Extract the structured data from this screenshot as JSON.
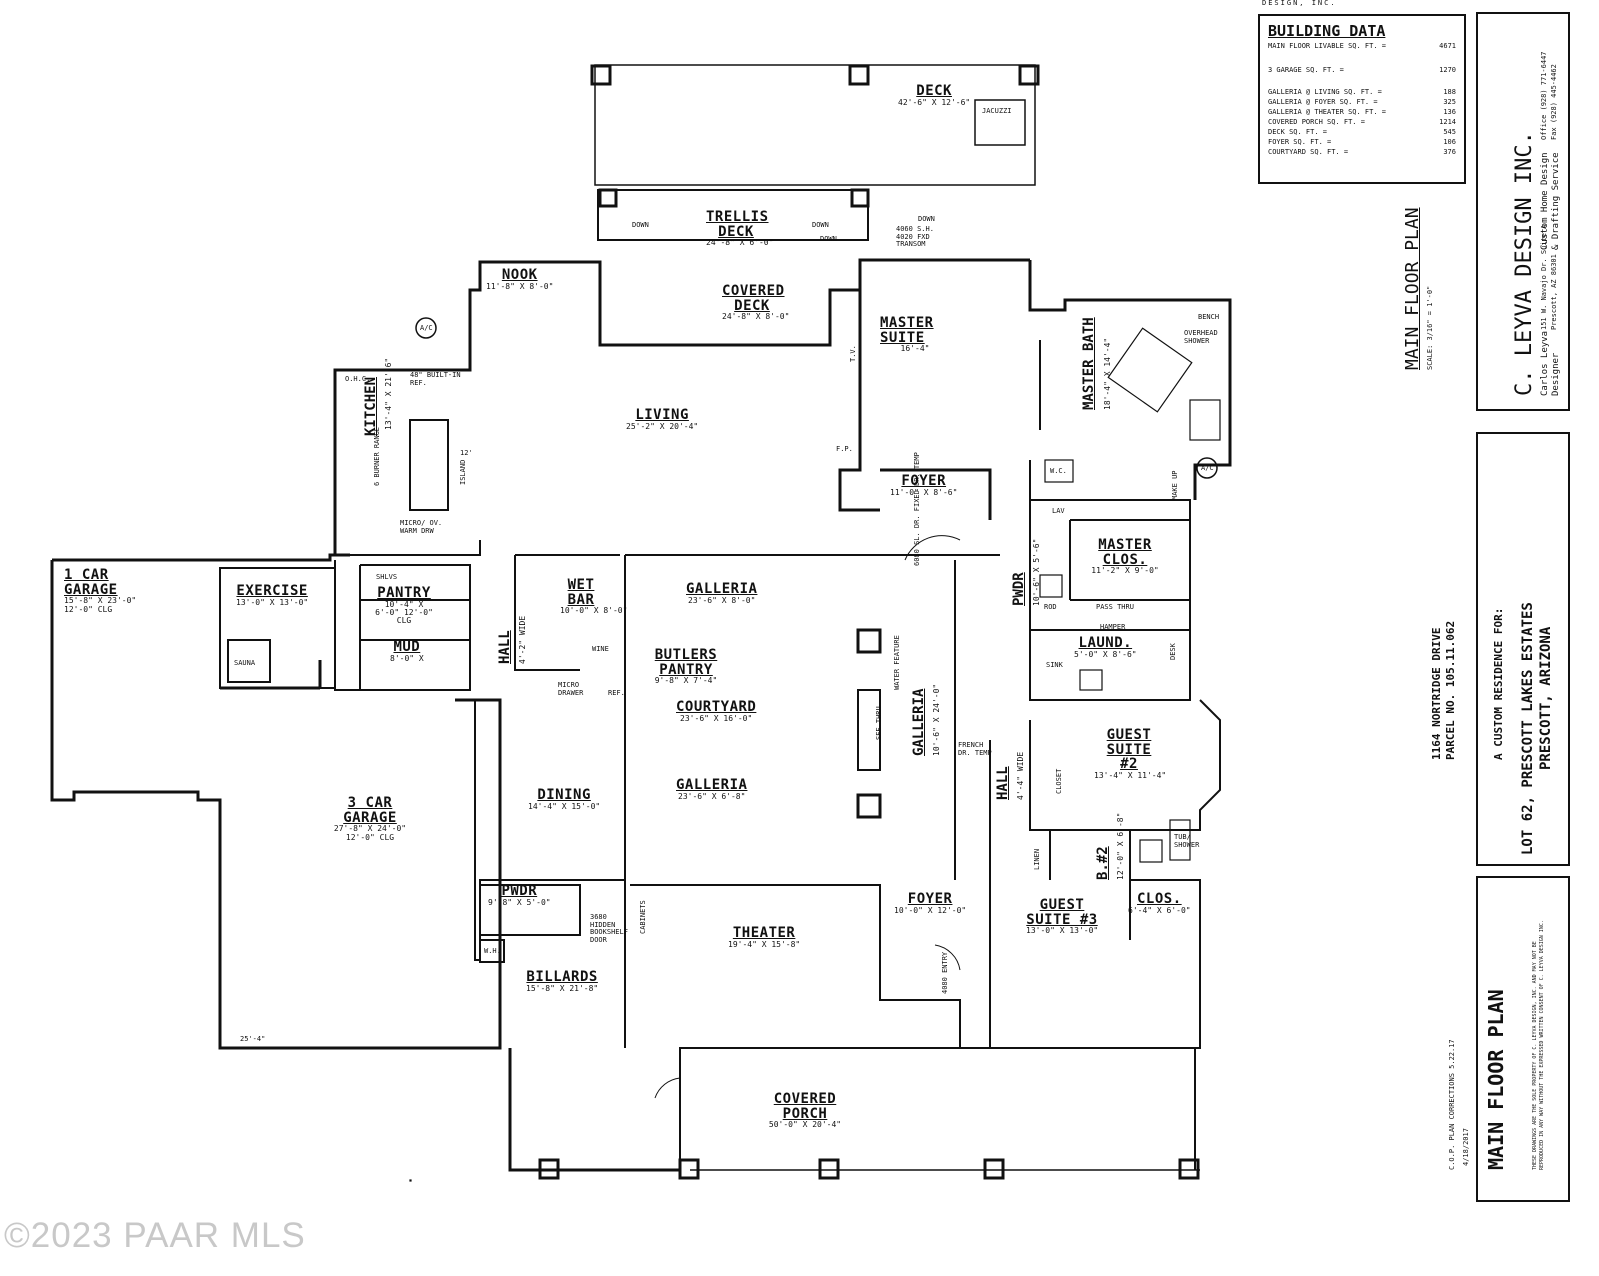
{
  "header_text": "DESIGN, INC.",
  "building_data": {
    "title": "BUILDING DATA",
    "rows": [
      {
        "label": "MAIN FLOOR LIVABLE SQ. FT.  =",
        "value": "4671"
      },
      {
        "label": "3 GARAGE SQ. FT.  =",
        "value": "1270"
      },
      {
        "label": "GALLERIA @ LIVING SQ. FT.  =",
        "value": "188"
      },
      {
        "label": "GALLERIA @ FOYER SQ. FT.  =",
        "value": "325"
      },
      {
        "label": "GALLERIA @ THEATER SQ. FT.  =",
        "value": "136"
      },
      {
        "label": "COVERED PORCH SQ. FT.  =",
        "value": "1214"
      },
      {
        "label": "DECK SQ. FT.  =",
        "value": "545"
      },
      {
        "label": "FOYER SQ. FT.  =",
        "value": "106"
      },
      {
        "label": "COURTYARD SQ. FT.  =",
        "value": "376"
      }
    ]
  },
  "title_block": {
    "company": "C. LEYVA DESIGN INC.",
    "designer_name": "Carlos Leyva",
    "designer_role": "Designer",
    "services_1": "Custom Home Design",
    "services_2": "& Drafting Service",
    "address_1": "151 W. Navajo Dr. Suite A",
    "address_2": "Prescott, AZ 86301",
    "office": "Office (928) 771-6447",
    "fax": "Fax (928) 445-4462",
    "sheet_title": "MAIN FLOOR PLAN",
    "scale": "SCALE: 3/16\" = 1'-0\"",
    "address_line": "1164 NORTRIDGE DRIVE",
    "parcel": "PARCEL NO. 105.11.062",
    "residence_for": "A CUSTOM RESIDENCE FOR:",
    "lot": "LOT 62, PRESCOTT LAKES ESTATES",
    "location": "PRESCOTT, ARIZONA",
    "sheet_name": "MAIN FLOOR PLAN",
    "date": "4/18/2017",
    "corrections": "C.O.P. PLAN CORRECTIONS 5.22.17",
    "notice": "THESE DRAWINGS ARE THE SOLE PROPERTY OF C. LEYVA DESIGN, INC. AND MAY NOT BE REPRODUCED IN ANY WAY WITHOUT THE EXPRESSED WRITTEN CONSENT OF C. LEYVA DESIGN INC."
  },
  "rooms": [
    {
      "id": "deck",
      "name": "DECK",
      "dim": "42'-6\" X 12'-6\""
    },
    {
      "id": "trellis-deck",
      "name": "TRELLIS DECK",
      "dim": "24'-8\" X 6'-0\""
    },
    {
      "id": "covered-deck",
      "name": "COVERED DECK",
      "dim": "24'-8\" X 8'-0\""
    },
    {
      "id": "nook",
      "name": "NOOK",
      "dim": "11'-8\" X 8'-0\""
    },
    {
      "id": "master-suite",
      "name": "MASTER SUITE",
      "dim": "16'-4\""
    },
    {
      "id": "living",
      "name": "LIVING",
      "dim": "25'-2\" X 20'-4\""
    },
    {
      "id": "foyer-1",
      "name": "FOYER",
      "dim": "11'-0\" X 8'-6\""
    },
    {
      "id": "galleria-1",
      "name": "GALLERIA",
      "dim": "23'-6\" X 8'-0\""
    },
    {
      "id": "wet-bar",
      "name": "WET BAR",
      "dim": "10'-0\" X 8'-0\""
    },
    {
      "id": "butlers-pantry",
      "name": "BUTLERS PANTRY",
      "dim": "9'-8\" X 7'-4\""
    },
    {
      "id": "courtyard",
      "name": "COURTYARD",
      "dim": "23'-6\" X 16'-0\""
    },
    {
      "id": "galleria-2",
      "name": "GALLERIA",
      "dim": "23'-6\" X 6'-8\""
    },
    {
      "id": "dining",
      "name": "DINING",
      "dim": "14'-4\" X 15'-0\""
    },
    {
      "id": "exercise",
      "name": "EXERCISE",
      "dim": "13'-0\" X 13'-0\""
    },
    {
      "id": "pantry",
      "name": "PANTRY",
      "dim": "10'-4\" X 6'-0\" 12'-0\" CLG"
    },
    {
      "id": "mud",
      "name": "MUD",
      "dim": "8'-0\" X"
    },
    {
      "id": "one-car-garage",
      "name": "1 CAR GARAGE",
      "dim": "15'-8\" X 23'-0\" 12'-0\" CLG"
    },
    {
      "id": "three-car-garage",
      "name": "3 CAR GARAGE",
      "dim": "27'-8\" X 24'-0\" 12'-0\" CLG"
    },
    {
      "id": "master-clos",
      "name": "MASTER CLOS.",
      "dim": "11'-2\" X 9'-0\""
    },
    {
      "id": "laund",
      "name": "LAUND.",
      "dim": "5'-0\" X 8'-6\""
    },
    {
      "id": "guest-suite-2",
      "name": "GUEST SUITE #2",
      "dim": "13'-4\" X 11'-4\""
    },
    {
      "id": "theater",
      "name": "THEATER",
      "dim": "19'-4\" X 15'-8\""
    },
    {
      "id": "foyer-2",
      "name": "FOYER",
      "dim": "10'-0\" X 12'-0\""
    },
    {
      "id": "guest-suite-3",
      "name": "GUEST SUITE #3",
      "dim": "13'-0\" X 13'-0\""
    },
    {
      "id": "clos",
      "name": "CLOS.",
      "dim": "6'-4\" X 6'-0\""
    },
    {
      "id": "pwdr-1",
      "name": "PWDR",
      "dim": "9'-8\" X 5'-0\""
    },
    {
      "id": "billards",
      "name": "BILLARDS",
      "dim": "15'-8\" X 21'-8\""
    },
    {
      "id": "covered-porch",
      "name": "COVERED PORCH",
      "dim": "50'-0\" X 20'-4\""
    }
  ],
  "vertical_rooms": [
    {
      "id": "kitchen",
      "name": "KITCHEN",
      "dim": "13'-4\" X 21'-6\""
    },
    {
      "id": "master-bath",
      "name": "MASTER BATH",
      "dim": "18'-4\" X 14'-4\""
    },
    {
      "id": "hall-1",
      "name": "HALL",
      "dim": "4'-2\" WIDE"
    },
    {
      "id": "galleria-3",
      "name": "GALLERIA",
      "dim": "10'-6\" X 24'-0\""
    },
    {
      "id": "pwdr-2",
      "name": "PWDR",
      "dim": "10'-6\" X 5'-6\""
    },
    {
      "id": "hall-2",
      "name": "HALL",
      "dim": "4'-4\" WIDE"
    },
    {
      "id": "bath-2",
      "name": "B.#2",
      "dim": "12'-0\" X 6'-8\""
    }
  ],
  "notes": [
    {
      "id": "jacuzzi",
      "text": "JACUZZI"
    },
    {
      "id": "down-1",
      "text": "DOWN"
    },
    {
      "id": "down-2",
      "text": "DOWN"
    },
    {
      "id": "down-3",
      "text": "DOWN"
    },
    {
      "id": "down-4",
      "text": "DOWN"
    },
    {
      "id": "transom",
      "text": "4060 S.H. 4020 FXD TRANSOM"
    },
    {
      "id": "overhead-shower",
      "text": "OVERHEAD SHOWER"
    },
    {
      "id": "bench",
      "text": "BENCH"
    },
    {
      "id": "ac-1",
      "text": "A/C"
    },
    {
      "id": "ac-2",
      "text": "A/C"
    },
    {
      "id": "ohc-k",
      "text": "O.H.C."
    },
    {
      "id": "builtin-ref",
      "text": "48\" BUILT-IN REF."
    },
    {
      "id": "burner",
      "text": "6 BURNER RANGE"
    },
    {
      "id": "island",
      "text": "ISLAND"
    },
    {
      "id": "micro",
      "text": "MICRO/ OV. WARM DRW"
    },
    {
      "id": "sauna",
      "text": "SAUNA"
    },
    {
      "id": "shlvs",
      "text": "SHLVS"
    },
    {
      "id": "wine",
      "text": "WINE"
    },
    {
      "id": "micro-drawer",
      "text": "MICRO DRAWER"
    },
    {
      "id": "ref",
      "text": "REF."
    },
    {
      "id": "water-feature",
      "text": "WATER FEATURE"
    },
    {
      "id": "french-dr",
      "text": "FRENCH DR. TEMP"
    },
    {
      "id": "sliding-dr",
      "text": "6080 SL. DR. FIXED DR. TEMP"
    },
    {
      "id": "entry",
      "text": "4080 ENTRY"
    },
    {
      "id": "bookshelf",
      "text": "3680 HIDDEN BOOKSHELF DOOR"
    },
    {
      "id": "cabinets",
      "text": "CABINETS"
    },
    {
      "id": "wh",
      "text": "W.H."
    },
    {
      "id": "dim-25-4",
      "text": "25'-4\""
    },
    {
      "id": "dim-12",
      "text": "12'"
    },
    {
      "id": "sink",
      "text": "SINK"
    },
    {
      "id": "wc",
      "text": "W.C."
    },
    {
      "id": "lav",
      "text": "LAV"
    },
    {
      "id": "closet",
      "text": "CLOSET"
    },
    {
      "id": "linen",
      "text": "LINEN"
    },
    {
      "id": "tub-shower",
      "text": "TUB/ SHOWER"
    },
    {
      "id": "desk",
      "text": "DESK"
    },
    {
      "id": "hamper",
      "text": "HAMPER"
    },
    {
      "id": "pass-thru",
      "text": "PASS THRU"
    },
    {
      "id": "rod",
      "text": "ROD"
    },
    {
      "id": "make-up",
      "text": "MAKE UP"
    },
    {
      "id": "see-thru",
      "text": "SEE THRU"
    },
    {
      "id": "fp",
      "text": "F.P."
    },
    {
      "id": "tv",
      "text": "T.V."
    }
  ],
  "watermark": "©2023 PAAR MLS"
}
